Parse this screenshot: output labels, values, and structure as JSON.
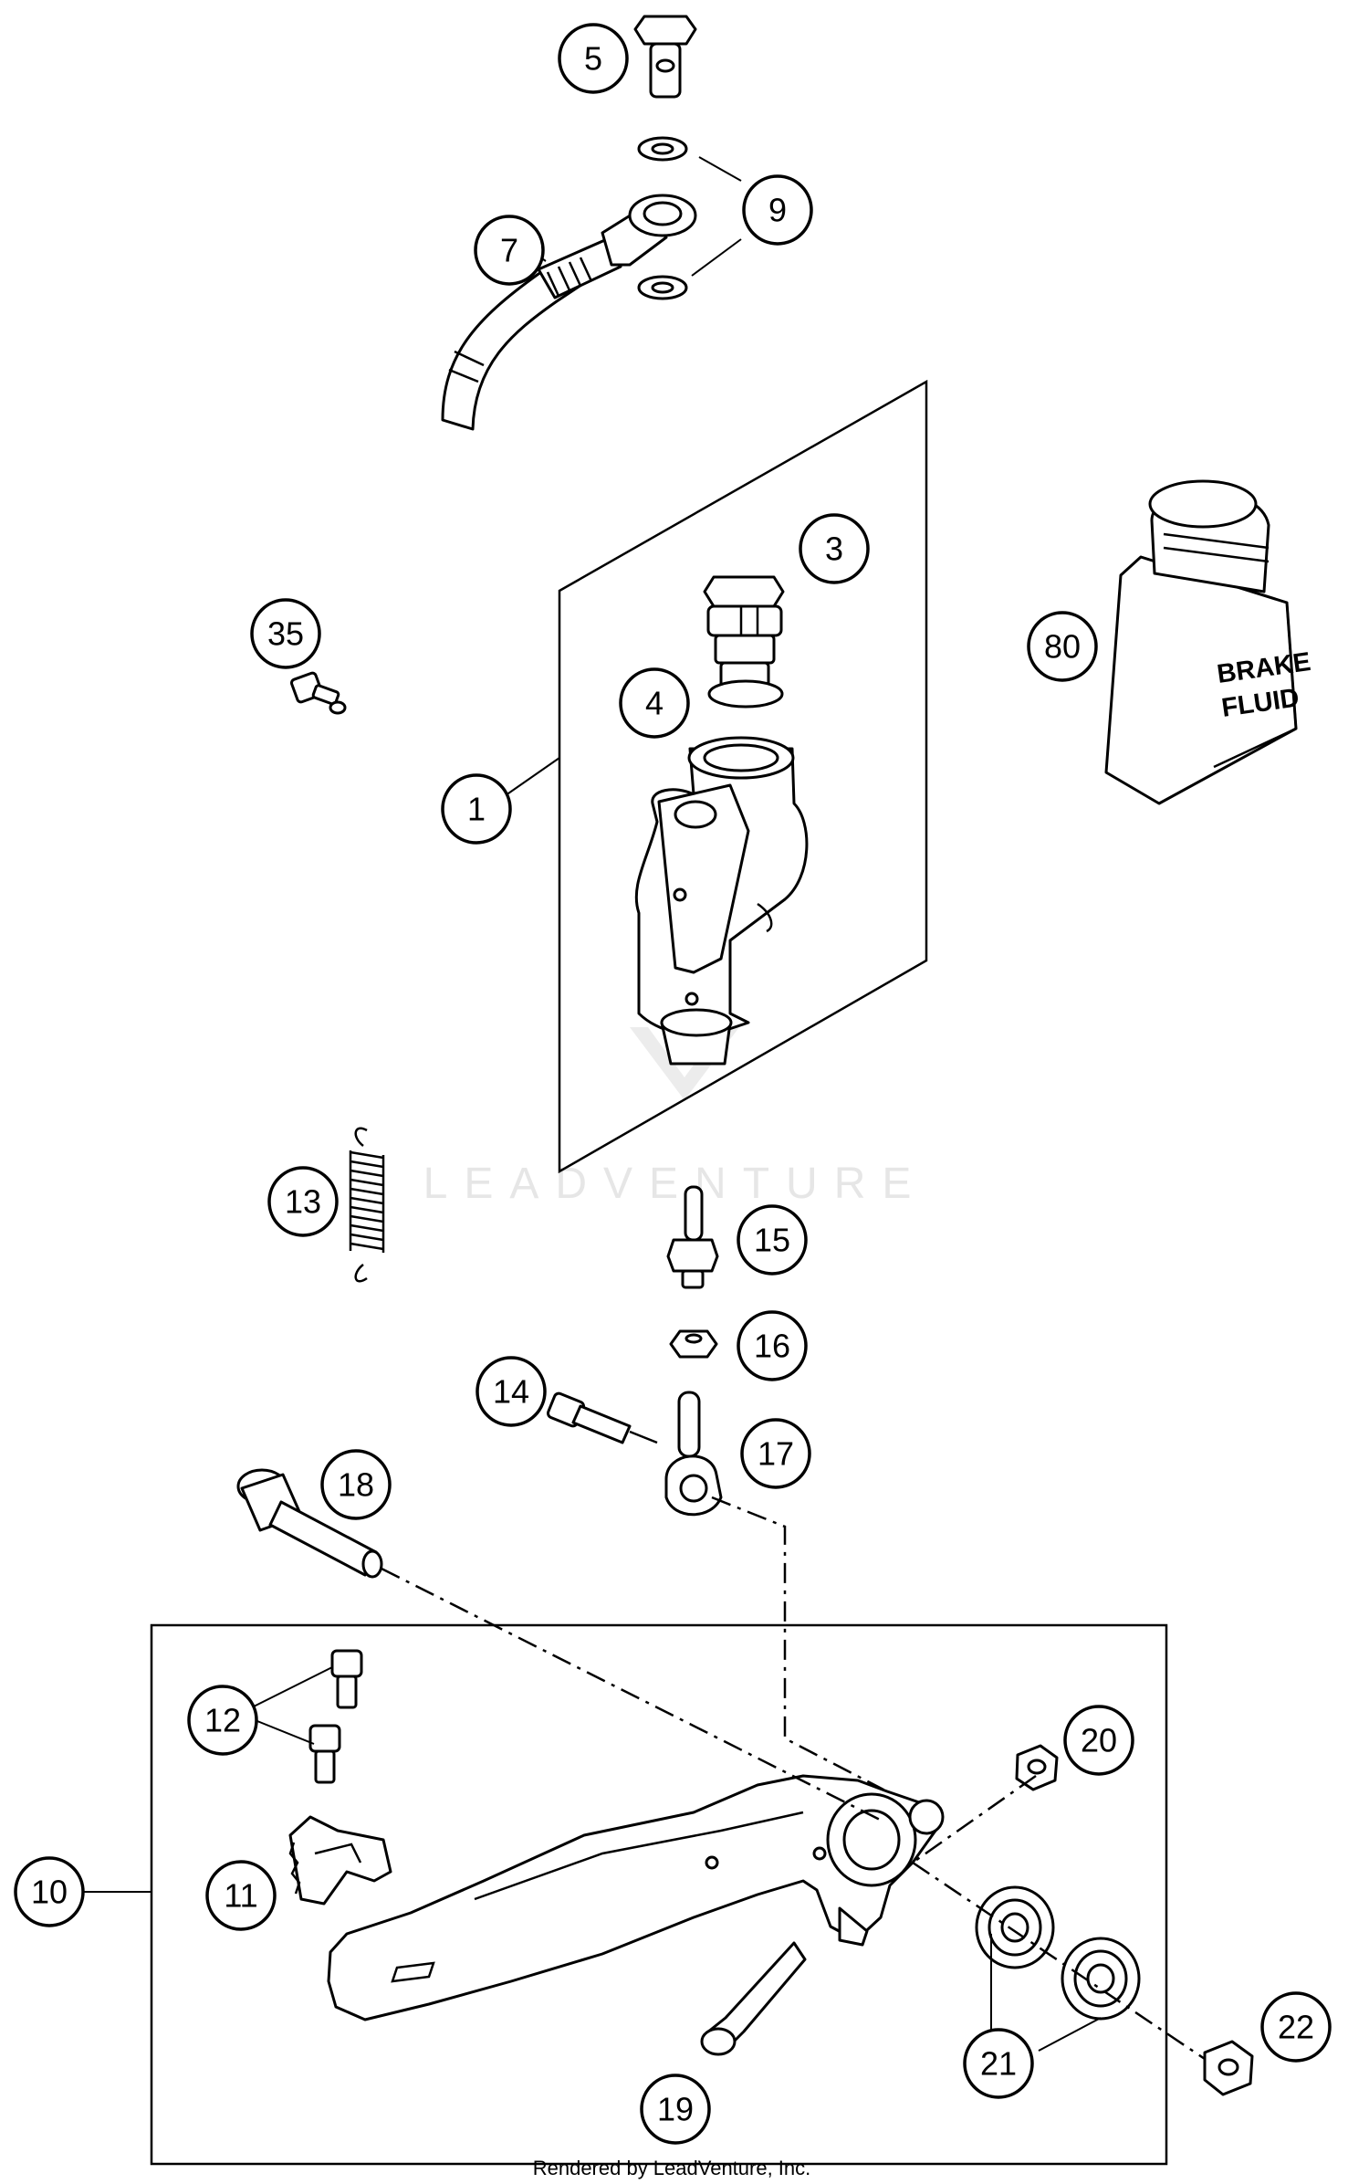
{
  "watermark": "LEADVENTURE",
  "credit": "Rendered by LeadVenture, Inc.",
  "bottle_label": [
    "BRAKE",
    "FLUID"
  ],
  "callouts": [
    "5",
    "9",
    "7",
    "3",
    "35",
    "80",
    "4",
    "1",
    "13",
    "15",
    "16",
    "14",
    "17",
    "18",
    "12",
    "20",
    "10",
    "11",
    "22",
    "21",
    "19"
  ]
}
